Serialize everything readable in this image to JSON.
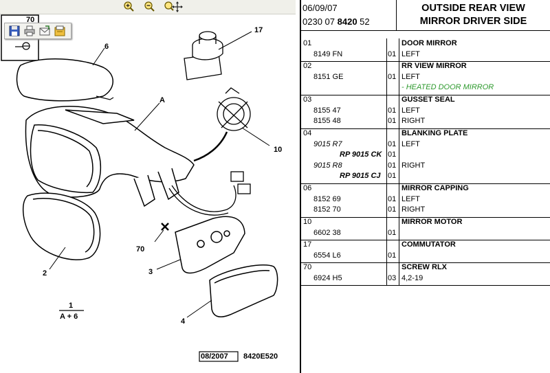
{
  "toolbar": {
    "zoom_in_icon": "zoom-in-icon",
    "zoom_out_icon": "zoom-out-icon",
    "pan_zoom_icon": "pan-zoom-icon",
    "popup_icons": [
      "save-icon",
      "print-icon",
      "email-icon",
      "export-icon"
    ]
  },
  "header": {
    "date": "06/09/07",
    "ref_prefix": "0230 07",
    "ref_bold": "8420",
    "ref_suffix": "52",
    "title_line1": "OUTSIDE REAR VIEW",
    "title_line2": "MIRROR DRIVER SIDE"
  },
  "diagram": {
    "callouts": [
      "70",
      "6",
      "17",
      "A",
      "10",
      "2",
      "70",
      "3",
      "4"
    ],
    "fraction_top": "1",
    "fraction_bottom": "A + 6",
    "footer_date": "08/2007",
    "footer_ref": "8420E520"
  },
  "parts": [
    {
      "group": "01",
      "name": "DOOR MIRROR",
      "lines": [
        {
          "ref": "8149 FN",
          "qty": "01",
          "desc": "LEFT"
        }
      ]
    },
    {
      "group": "02",
      "name": "RR VIEW MIRROR",
      "lines": [
        {
          "ref": "8151 GE",
          "qty": "01",
          "desc": "LEFT"
        }
      ],
      "note": "- HEATED DOOR MIRROR"
    },
    {
      "group": "03",
      "name": "GUSSET SEAL",
      "lines": [
        {
          "ref": "8155 47",
          "qty": "01",
          "desc": "LEFT"
        },
        {
          "ref": "8155 48",
          "qty": "01",
          "desc": "RIGHT"
        }
      ]
    },
    {
      "group": "04",
      "name": "BLANKING PLATE",
      "sublines": [
        {
          "ref": "9015 R7",
          "qty": "01",
          "desc": "LEFT"
        },
        {
          "ref": "RP 9015 CK",
          "qty": "01",
          "desc": ""
        },
        {
          "ref": "9015 R8",
          "qty": "01",
          "desc": "RIGHT"
        },
        {
          "ref": "RP 9015 CJ",
          "qty": "01",
          "desc": ""
        }
      ]
    },
    {
      "group": "06",
      "name": "MIRROR CAPPING",
      "lines": [
        {
          "ref": "8152 69",
          "qty": "01",
          "desc": "LEFT"
        },
        {
          "ref": "8152 70",
          "qty": "01",
          "desc": "RIGHT"
        }
      ]
    },
    {
      "group": "10",
      "name": "MIRROR MOTOR",
      "lines": [
        {
          "ref": "6602 38",
          "qty": "01",
          "desc": ""
        }
      ]
    },
    {
      "group": "17",
      "name": "COMMUTATOR",
      "lines": [
        {
          "ref": "6554 L6",
          "qty": "01",
          "desc": ""
        }
      ]
    },
    {
      "group": "70",
      "name": "SCREW RLX",
      "lines": [
        {
          "ref": "6924 H5",
          "qty": "03",
          "desc": "4,2-19"
        }
      ]
    }
  ]
}
